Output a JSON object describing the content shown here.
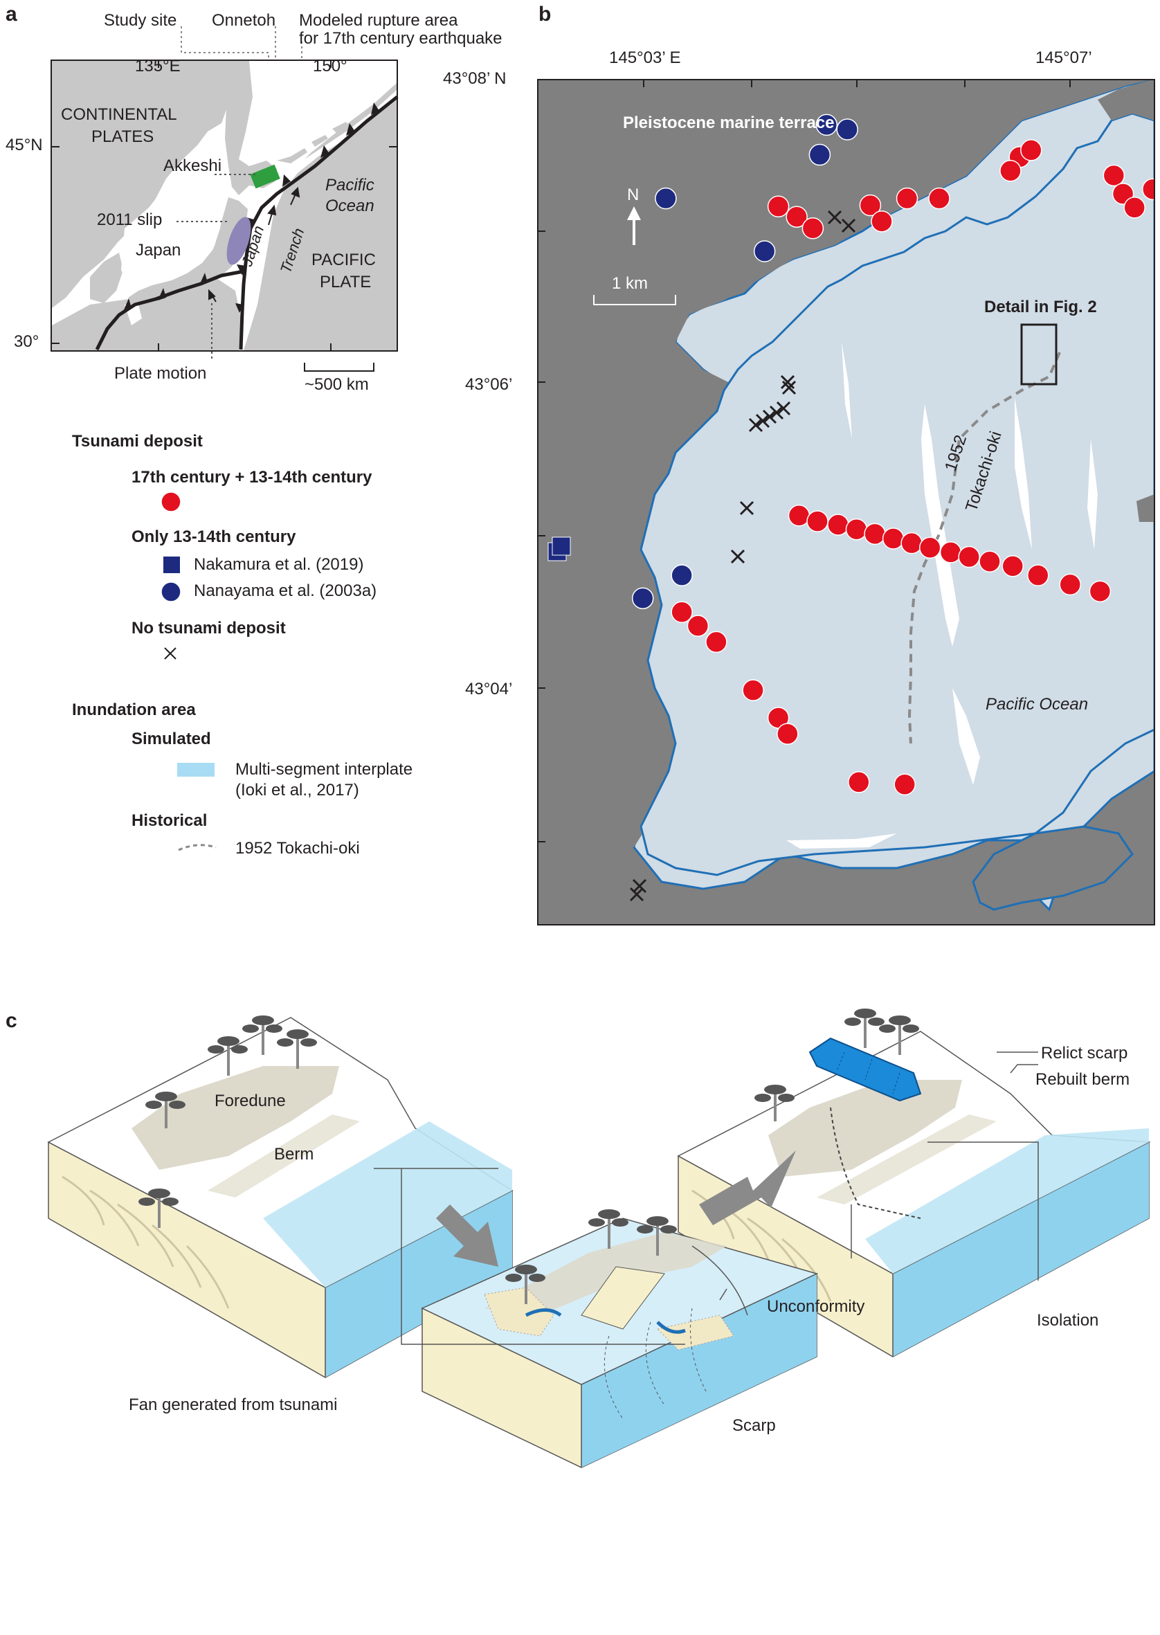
{
  "panels": {
    "a": "a",
    "b": "b",
    "c": "c"
  },
  "panel_a": {
    "callouts": {
      "study_site": "Study site",
      "onnetoh": "Onnetoh",
      "rupture_1": "Modeled rupture area",
      "rupture_2": "for 17th century earthquake"
    },
    "lon_ticks": [
      "135°E",
      "150°"
    ],
    "lat_ticks": [
      "45°N",
      "30°"
    ],
    "labels": {
      "continental_1": "CONTINENTAL",
      "continental_2": "PLATES",
      "akkeshi": "Akkeshi",
      "slip_2011": "2011 slip",
      "japan": "Japan",
      "pacific_ocean_1": "Pacific",
      "pacific_ocean_2": "Ocean",
      "japan_trench_1": "Japan",
      "japan_trench_2": "Trench",
      "pacific_plate_1": "PACIFIC",
      "pacific_plate_2": "PLATE",
      "plate_motion": "Plate motion",
      "scale": "~500 km"
    },
    "colors": {
      "land": "#c8c8c8",
      "sea": "#ffffff",
      "rupture": "#2e9e3f",
      "slip": "#8e86b8"
    }
  },
  "legend": {
    "tsunami_deposit": "Tsunami deposit",
    "both": "17th century + 13-14th century",
    "only": "Only 13-14th century",
    "nakamura": "Nakamura et al. (2019)",
    "nanayama": "Nanayama et al. (2003a)",
    "none": "No tsunami deposit",
    "inundation": "Inundation area",
    "simulated": "Simulated",
    "multi_1": "Multi-segment interplate",
    "multi_2": "(Ioki et al., 2017)",
    "historical": "Historical",
    "tokachi": "1952 Tokachi-oki"
  },
  "panel_b": {
    "lon_ticks": [
      "145°03’ E",
      "145°07’"
    ],
    "lat_ticks": [
      "43°08’ N",
      "43°06’",
      "43°04’"
    ],
    "labels": {
      "terrace": "Pleistocene marine terrace",
      "north": "N",
      "scale": "1 km",
      "detail": "Detail in Fig. 2",
      "tokachi_1": "1952",
      "tokachi_2": "Tokachi-oki",
      "pacific": "Pacific Ocean"
    },
    "colors": {
      "highland": "#808080",
      "lowland": "#d6d6d6",
      "inundation": "#d0dce6",
      "outline": "#1f6fb5",
      "red": "#e3101f",
      "navy": "#1d2a80"
    }
  },
  "panel_c": {
    "labels": {
      "foredune": "Foredune",
      "berm": "Berm",
      "relict_scarp": "Relict scarp",
      "rebuilt_berm": "Rebuilt berm",
      "unconformity": "Unconformity",
      "isolation": "Isolation",
      "fan": "Fan generated from tsunami",
      "scarp": "Scarp"
    },
    "colors": {
      "sand": "#f6efcc",
      "sea": "#bfe5f5",
      "dune": "#ddd9cb",
      "pond": "#1b8ad8"
    }
  }
}
